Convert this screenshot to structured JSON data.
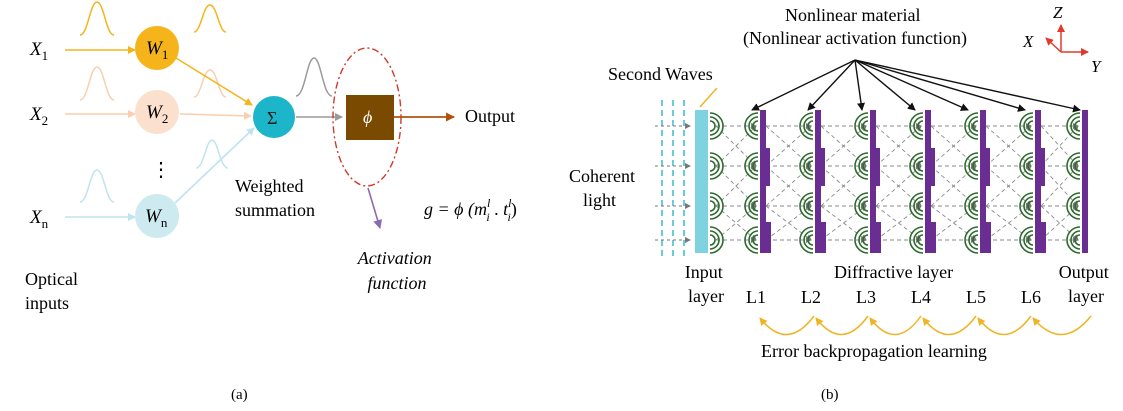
{
  "panel_a": {
    "inputs": [
      {
        "var": "X",
        "sub": "1",
        "weight_var": "W",
        "weight_sub": "1",
        "color": "#f6b41b",
        "state": "active"
      },
      {
        "var": "X",
        "sub": "2",
        "weight_var": "W",
        "weight_sub": "2",
        "color": "#f9cfae",
        "state": "faded"
      },
      {
        "var": "X",
        "sub": "n",
        "weight_var": "W",
        "weight_sub": "n",
        "color": "#bfe4ee",
        "state": "faded"
      }
    ],
    "ellipsis": "⋮",
    "sum_symbol": "Σ",
    "activation_symbol": "ϕ",
    "output_label": "Output",
    "weighted_summation": [
      "Weighted",
      "summation"
    ],
    "optical_inputs": [
      "Optical",
      "inputs"
    ],
    "activation_function": [
      "Activation",
      "function"
    ],
    "formula": {
      "lhs": "g = ϕ (",
      "m": "m",
      "t": "t",
      "sup": "l",
      "sub": "i",
      "mid": " . ",
      "rhs": ")"
    },
    "caption": "(a)",
    "colors": {
      "sum_node": "#1db5c9",
      "activation_box": "#7a4a00",
      "output_arrow": "#b0520f",
      "activation_ellipse": "#d0392b",
      "activation_pointer": "#8a6bb0",
      "gray_link": "#9a9a9a"
    }
  },
  "panel_b": {
    "nonlinear_material": [
      "Nonlinear material",
      "(Nonlinear activation function)"
    ],
    "second_waves": "Second Waves",
    "coherent_light": [
      "Coherent",
      "light"
    ],
    "input_layer": [
      "Input",
      "layer"
    ],
    "diffractive_layer": "Diffractive layer",
    "output_layer": [
      "Output",
      "layer"
    ],
    "layers": [
      "L1",
      "L2",
      "L3",
      "L4",
      "L5",
      "L6"
    ],
    "learning_label": "Error backpropagation learning",
    "axes": {
      "z": "Z",
      "x": "X",
      "y": "Y"
    },
    "caption": "(b)",
    "colors": {
      "input_plate": "#7fd3de",
      "diffractive_plate": "#6a2d91",
      "wavefront": "#2e6b2e",
      "axis": "#e23a2a",
      "learning_arc": "#f0b323",
      "light_dash": "#1ab0c2",
      "beam_arrow": "#777777"
    }
  }
}
